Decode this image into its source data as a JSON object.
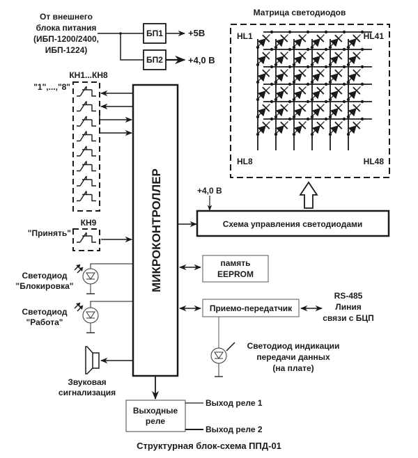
{
  "title": "Структурная блок-схема ППД-01",
  "power": {
    "source_lines": [
      "От внешнего",
      "блока питания",
      "(ИБП-1200/2400,",
      "ИБП-1224)"
    ],
    "psu1": "БП1",
    "psu2": "БП2",
    "out1": "+5В",
    "out2": "+4,0 В"
  },
  "matrix": {
    "title": "Матрица светодиодов",
    "top_left": "HL1",
    "top_right": "HL41",
    "bottom_left": "HL8",
    "bottom_right": "HL48",
    "rows": 6,
    "cols": 6
  },
  "keys": {
    "group_label": "КН1...КН8",
    "group_caption": "\"1\",...,\"8\"",
    "accept_label": "КН9",
    "accept_caption": "\"Принять\""
  },
  "mcu": {
    "label": "МИКРОКОНТРОЛЛЕР"
  },
  "led_driver": {
    "label": "Схема управления светодиодами",
    "supply": "+4,0 В"
  },
  "eeprom": {
    "lines": [
      "память",
      "EEPROM"
    ]
  },
  "transceiver": {
    "label": "Приемо-передатчик",
    "link_lines": [
      "RS-485",
      "Линия",
      "связи с БЦП"
    ]
  },
  "leds": {
    "blocking": [
      "Светодиод",
      "\"Блокировка\""
    ],
    "work": [
      "Светодиод",
      "\"Работа\""
    ],
    "data": [
      "Светодиод индикации",
      "передачи данных",
      "(на плате)"
    ]
  },
  "buzzer": {
    "lines": [
      "Звуковая",
      "сигнализация"
    ]
  },
  "relays": {
    "lines": [
      "Выходные",
      "реле"
    ],
    "out1": "Выход реле 1",
    "out2": "Выход реле 2"
  }
}
